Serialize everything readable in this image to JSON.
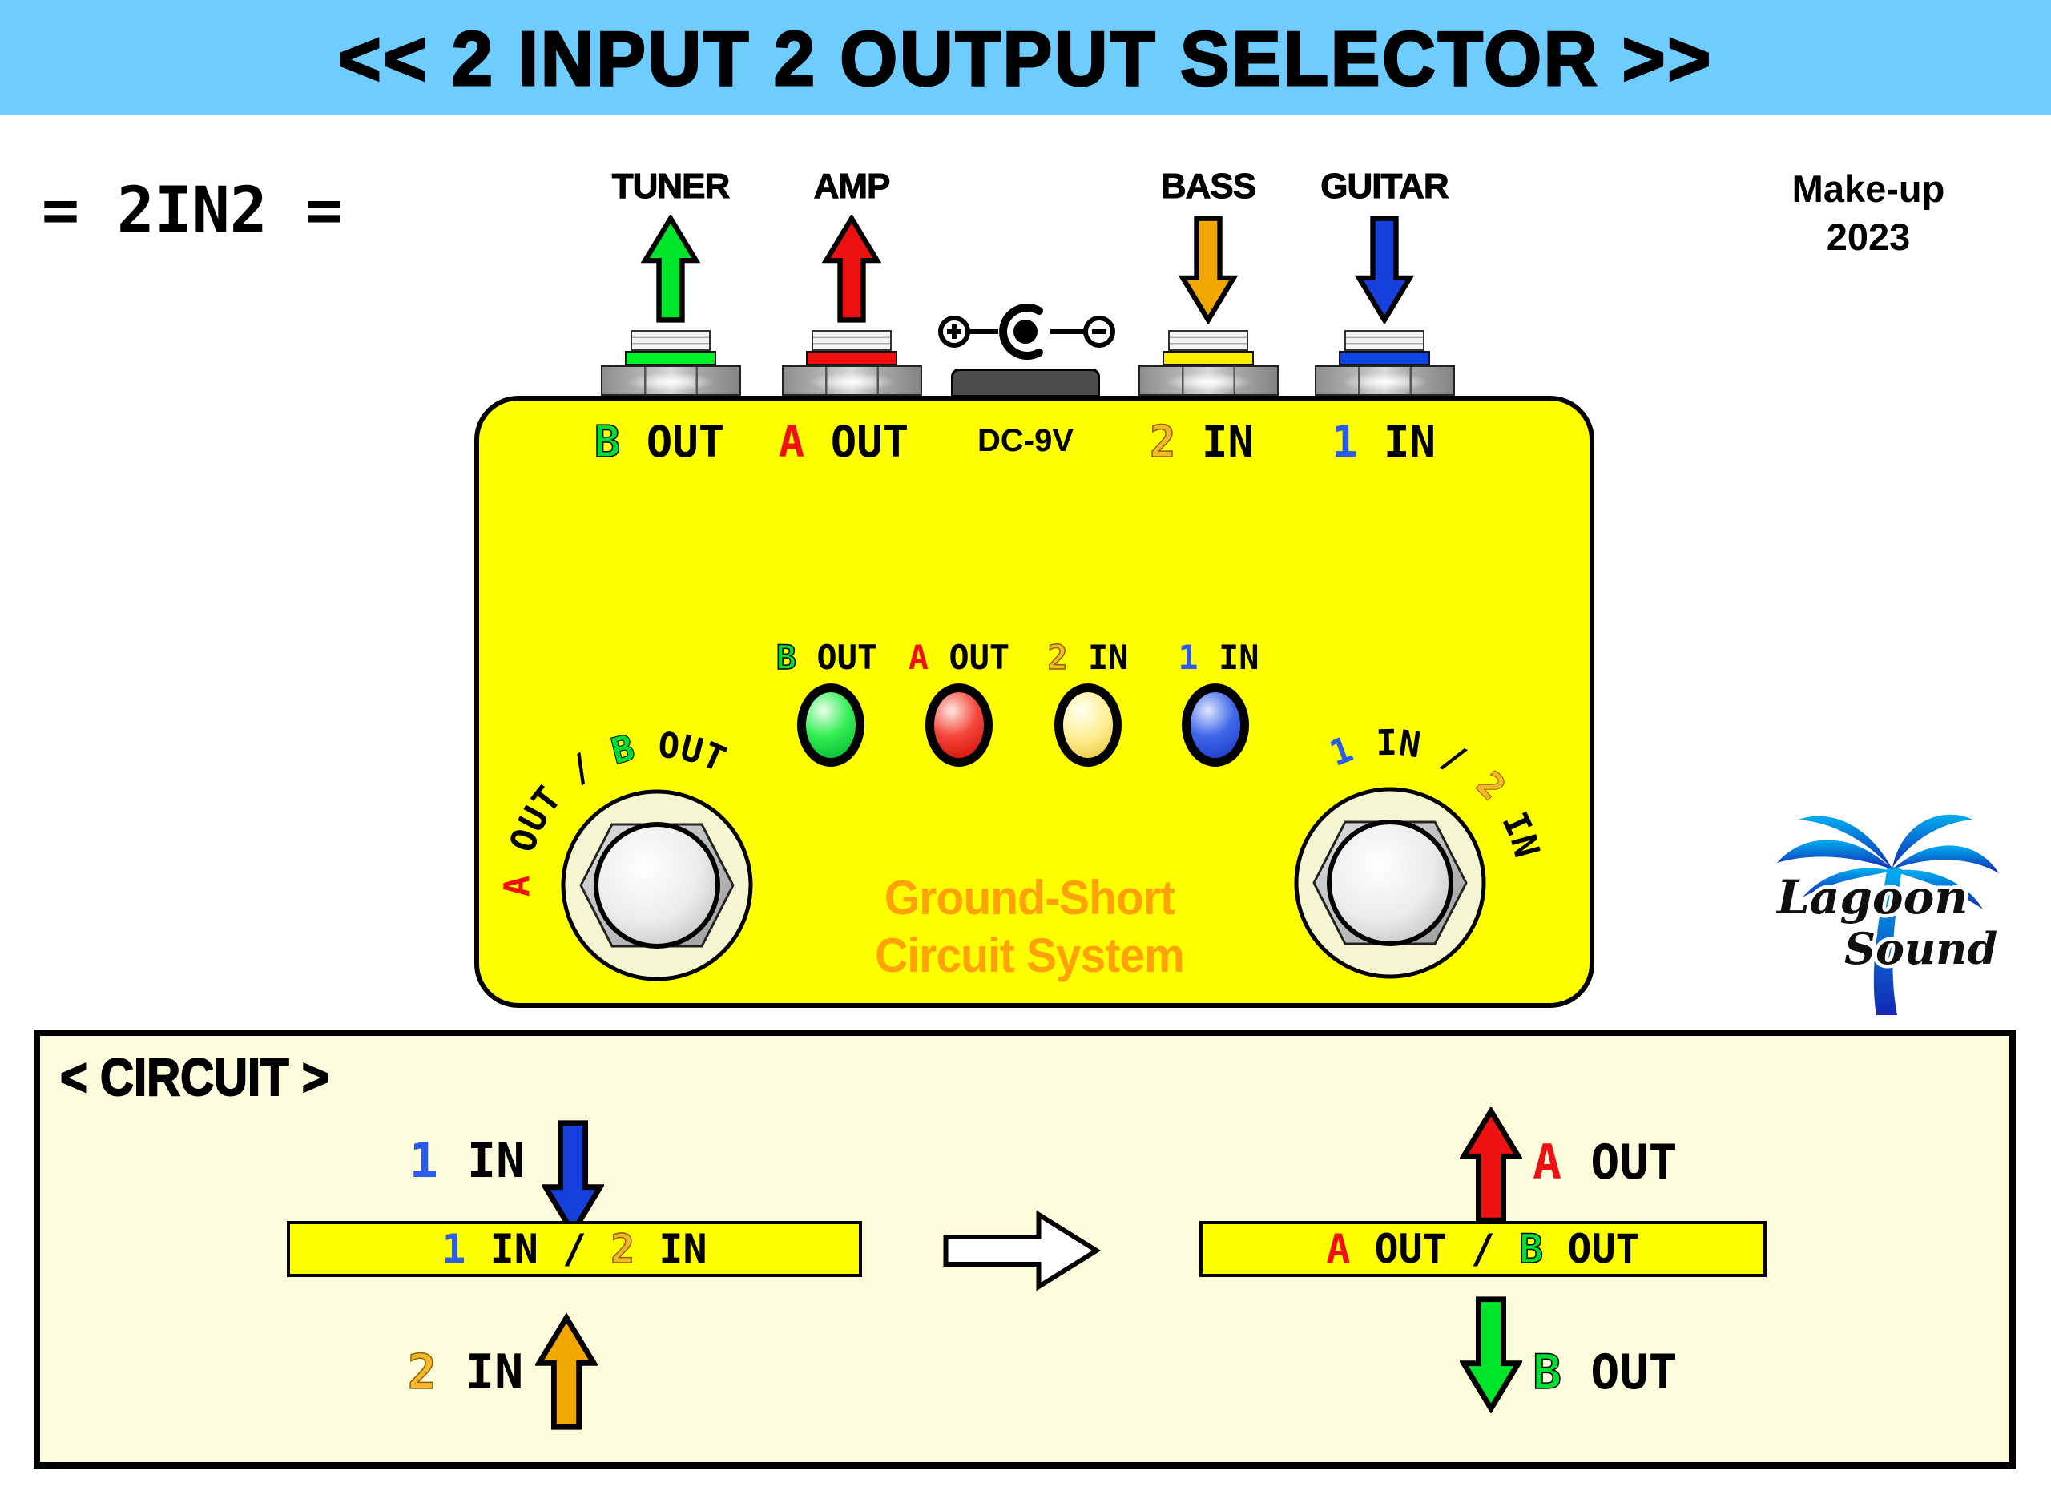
{
  "colors": {
    "banner_bg": "#6ECCFF",
    "pedal_yellow": "#FFFF00",
    "panel_bg": "#FCFCDC",
    "red": "#EE1111",
    "green": "#00DD33",
    "gold_arrow": "#F0A800",
    "gold_letter": "#F5B62A",
    "blue_arrow": "#1540DC",
    "blue_letter": "#2B5CE8",
    "orange_text": "#FFA10A",
    "band_yellow": "#FFF000"
  },
  "banner": {
    "title": "<< 2 INPUT 2 OUTPUT SELECTOR >>"
  },
  "header": {
    "model": "= 2IN2 =",
    "makeup_line1": "Make-up",
    "makeup_line2": "2023"
  },
  "jacks": {
    "tuner": {
      "label": "TUNER"
    },
    "amp": {
      "label": "AMP"
    },
    "bass": {
      "label": "BASS"
    },
    "guitar": {
      "label": "GUITAR"
    },
    "dc_label": "DC-9V"
  },
  "pedal": {
    "top_labels": {
      "bout": {
        "p": "B",
        "t": " OUT"
      },
      "aout": {
        "p": "A",
        "t": " OUT"
      },
      "in2": {
        "p": "2",
        "t": " IN"
      },
      "in1": {
        "p": "1",
        "t": " IN"
      }
    },
    "led_labels": {
      "bout": {
        "p": "B",
        "t": " OUT"
      },
      "aout": {
        "p": "A",
        "t": " OUT"
      },
      "in2": {
        "p": "2",
        "t": " IN"
      },
      "in1": {
        "p": "1",
        "t": " IN"
      }
    },
    "center_line1": "Ground-Short",
    "center_line2": "Circuit System",
    "fs_left": {
      "p1": "A",
      "t1": " OUT / ",
      "p2": "B",
      "t2": " OUT"
    },
    "fs_right": {
      "p1": "1",
      "t1": " IN / ",
      "p2": "2",
      "t2": " IN"
    }
  },
  "logo": {
    "line1": "Lagoon",
    "line2": "Sound"
  },
  "circuit": {
    "title": "< CIRCUIT >",
    "in1": {
      "p": "1",
      "t": " IN"
    },
    "in2": {
      "p": "2",
      "t": " IN"
    },
    "aout": {
      "p": "A",
      "t": " OUT"
    },
    "bout": {
      "p": "B",
      "t": " OUT"
    },
    "box_in": {
      "p1": "1",
      "t1": " IN / ",
      "p2": "2",
      "t2": " IN"
    },
    "box_out": {
      "p1": "A",
      "t1": " OUT / ",
      "p2": "B",
      "t2": " OUT"
    }
  }
}
